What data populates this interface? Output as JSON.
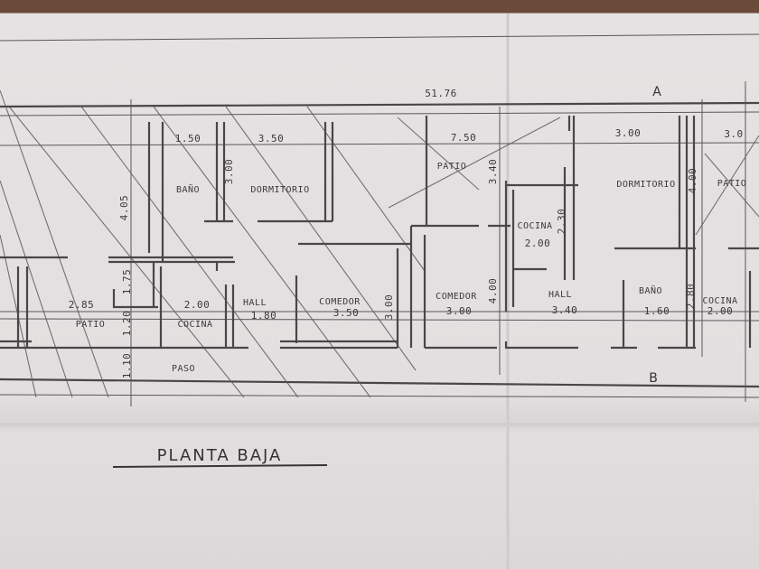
{
  "title": "PLANTA BAJA",
  "markers": {
    "a": "A",
    "b": "B"
  },
  "dimensions": {
    "total_length": "51.76",
    "d150": "1.50",
    "d350_top": "3.50",
    "d750": "7.50",
    "d300_top": "3.00",
    "d30_right": "3.0",
    "d300_v_left": "3.00",
    "d405": "4.05",
    "d340_v": "3.40",
    "d230": "2.30",
    "d400_v_right": "4.00",
    "d285": "2.85",
    "d175": "1.75",
    "d120": "1.20",
    "d110": "1.10",
    "d200_cocina1": "2.00",
    "d180": "1.80",
    "d350_comedor": "3.50",
    "d300_v_mid": "3.00",
    "d300_comedor2": "3.00",
    "d400_v_mid": "4.00",
    "d340_hall": "3.40",
    "d160": "1.60",
    "d280": "2.80",
    "d200_cocina2": "2.00",
    "d200_cocina3": "2.00"
  },
  "rooms": {
    "bano1": "BAÑO",
    "dormitorio1": "DORMITORIO",
    "patio_top": "PATIO",
    "cocina_top": "COCINA",
    "dormitorio2": "DORMITORIO",
    "patio_right": "PATIO",
    "patio_left": "PATIO",
    "cocina1": "COCINA",
    "hall1": "HALL",
    "comedor1": "COMEDOR",
    "comedor2": "COMEDOR",
    "hall2": "HALL",
    "bano2": "BAÑO",
    "cocina2": "COCINA",
    "paso": "PASO"
  }
}
